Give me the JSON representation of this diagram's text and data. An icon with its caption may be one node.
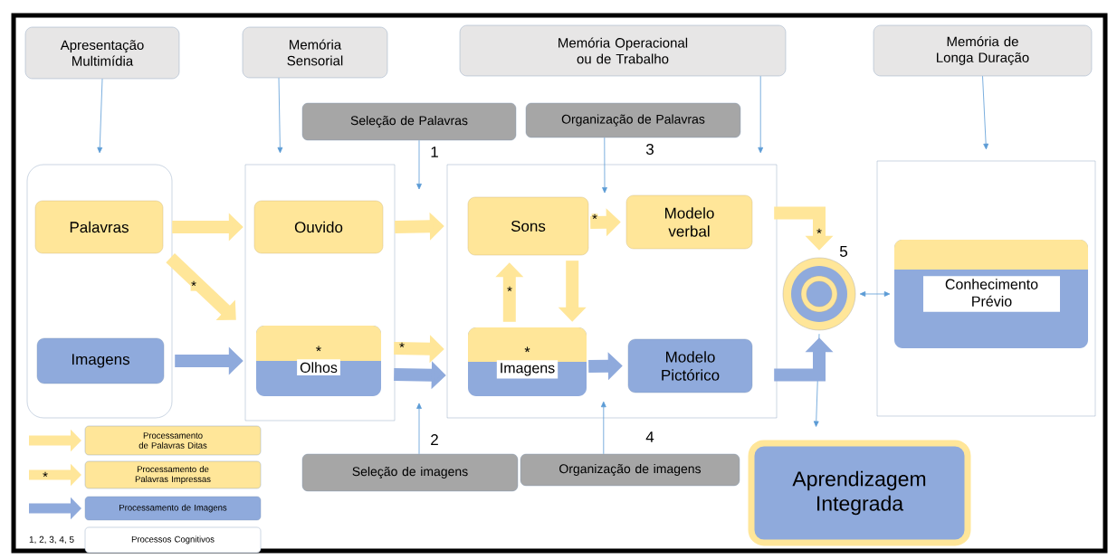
{
  "diagram": {
    "nodes": [
      {
        "text": [
          "Apresentação Multimídia"
        ]
      },
      {
        "text": [
          "Memória Sensorial"
        ]
      },
      {
        "text": [
          "Memória Operacional ou de Trabalho"
        ]
      },
      {
        "text": [
          "Memória de Longa Duração"
        ]
      },
      {
        "text": [
          "Seleção de Palavras"
        ],
        "beside": [
          "1"
        ]
      },
      {
        "text": [
          "Organização de Palavras"
        ],
        "beside": [
          "3"
        ]
      },
      {
        "text": [],
        "shape": "box"
      },
      {
        "text": [
          "Palavras"
        ],
        "in": 6
      },
      {
        "text": [
          "Imagens"
        ],
        "in": 6
      },
      {
        "text": [],
        "shape": "box"
      },
      {
        "text": [
          "Ouvido"
        ],
        "in": 9
      },
      {
        "text": [
          "*",
          "Olhos"
        ],
        "in": 9
      },
      {
        "text": [],
        "shape": "box"
      },
      {
        "text": [
          "Sons"
        ],
        "in": 12
      },
      {
        "text": [
          "Modelo verbal"
        ],
        "in": 12
      },
      {
        "text": [
          "*",
          "Imagens"
        ],
        "in": 12
      },
      {
        "text": [
          "Modelo Pictórico"
        ],
        "in": 12
      },
      {
        "text": [],
        "shape": "circle",
        "beside": [
          "5"
        ]
      },
      {
        "text": [],
        "shape": "box"
      },
      {
        "text": [
          "Conhecimento Prévio"
        ],
        "in": 18
      },
      {
        "text": [
          "Seleção de imagens"
        ],
        "beside": [
          "2"
        ]
      },
      {
        "text": [
          "Organização de imagens"
        ],
        "beside": [
          "4"
        ]
      },
      {
        "text": [
          "Aprendizagem Integrada"
        ]
      }
    ],
    "edges": [
      {
        "from": 0,
        "to": 6,
        "arrow": "to"
      },
      {
        "from": 1,
        "to": 9,
        "arrow": "to"
      },
      {
        "from": 2,
        "to": 12,
        "arrow": "to"
      },
      {
        "from": 3,
        "to": 18,
        "arrow": "to"
      },
      {
        "from": 4,
        "to": null,
        "arrow": "to"
      },
      {
        "from": 5,
        "to": null,
        "arrow": "to"
      },
      {
        "from": 20,
        "to": null,
        "arrow": "to"
      },
      {
        "from": 21,
        "to": 12,
        "arrow": "to"
      },
      {
        "from": 17,
        "to": 19,
        "arrow": "both"
      },
      {
        "from": 17,
        "to": 22,
        "arrow": "to"
      },
      {
        "from": 7,
        "to": 10,
        "arrow": "to",
        "color": "#ffe699"
      },
      {
        "from": 7,
        "to": 11,
        "arrow": "to",
        "color": "#ffe699",
        "label": "*"
      },
      {
        "from": 8,
        "to": 11,
        "arrow": "to",
        "color": "#8faadc"
      },
      {
        "from": 10,
        "to": 13,
        "arrow": "to",
        "color": "#ffe699"
      },
      {
        "from": 11,
        "to": 15,
        "arrow": "to",
        "color": "#ffe699",
        "label": "*"
      },
      {
        "from": 11,
        "to": 15,
        "arrow": "to",
        "color": "#8faadc"
      },
      {
        "from": 13,
        "to": 14,
        "arrow": "to",
        "color": "#ffe699",
        "label": "*"
      },
      {
        "from": 13,
        "to": 15,
        "arrow": "to",
        "color": "#ffe699"
      },
      {
        "from": 15,
        "to": 13,
        "arrow": "to",
        "color": "#ffe699",
        "label": "*"
      },
      {
        "from": 15,
        "to": 16,
        "arrow": "to",
        "color": "#8faadc"
      },
      {
        "from": 14,
        "to": 17,
        "arrow": "to",
        "color": "#ffe699",
        "label": "*"
      },
      {
        "from": 16,
        "to": 17,
        "arrow": "to",
        "color": "#8faadc"
      }
    ],
    "labels": [
      "*",
      "1, 2, 3, 4, 5"
    ],
    "legend": [
      {
        "text": "Processamento de Palavras Ditas",
        "color": "#ffe699"
      },
      {
        "text": "Processamento de Palavras Impressas",
        "color": "#ffe699"
      },
      {
        "text": "Processamento de Imagens",
        "color": "#8faadc"
      },
      {
        "text": "Processos Cognitivos"
      }
    ]
  }
}
